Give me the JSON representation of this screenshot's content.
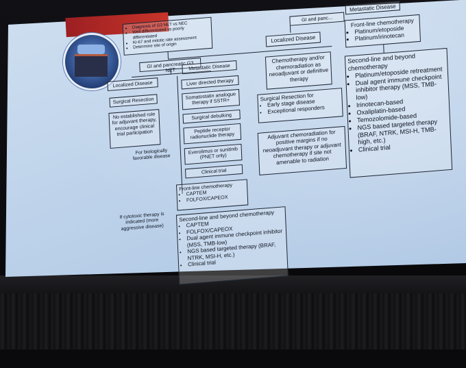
{
  "slide": {
    "header": {
      "bullets": [
        "Diagnosis of G3 NET vs NEC",
        "Well differentiated vs poorly differentiated",
        "Ki-67 and mitotic rate assessment",
        "Determine site of origin"
      ]
    },
    "branch_gi_pancreatic_g3_net": "GI and pancreatic G3 NET",
    "branch_gi_and_panc": "GI and panc...",
    "left": {
      "localized_disease": "Localized Disease",
      "surgical_resection": "Surgical Resection",
      "no_adjuvant": "No established role for adjuvant therapy, encourage clinical trial participation",
      "metastatic_disease": "Metastatic Disease",
      "liver_directed": "Liver directed therapy",
      "somatostatin": "Somatostatin analogue therapy if SSTR+",
      "surgical_debulking": "Surgical debulking",
      "prrt": "Peptide receptor radionuclide therapy",
      "everolimus": "Everolimus or sunitinib (PNET only)",
      "clinical_trial": "Clinical trial",
      "favorable_label": "For biologically favorable disease",
      "cytotoxic_label": "If cytotoxic therapy is indicated (more aggressive disease)",
      "front_line": {
        "title": "Front-line chemotherapy",
        "items": [
          "CAPTEM",
          "FOLFOX/CAPEOX"
        ]
      },
      "second_line": {
        "title": "Second-line and beyond chemotherapy",
        "items": [
          "CAPTEM",
          "FOLFOX/CAPEOX",
          "Dual agent immune checkpoint inhibitor (MSS, TMB-low)",
          "NGS based targeted therapy (BRAF, NTRK, MSI-H, etc.)",
          "Clinical trial"
        ]
      }
    },
    "middle": {
      "localized_disease": "Localized Disease",
      "chemoradiation": "Chemotherapy and/or chemoradiation as neoadjuvant or definitive therapy",
      "surgical_resection": {
        "title": "Surgical Resection for",
        "items": [
          "Early stage disease",
          "Exceptional responders"
        ]
      },
      "adjuvant": "Adjuvant chemoradiation for positive margins if no neoadjuvant therapy or adjuvant chemotherapy if site not amenable to radiation"
    },
    "right": {
      "metastatic_disease": "Metastatic Disease",
      "front_line": {
        "title": "Front-line chemotherapy",
        "items": [
          "Platinum/etoposide",
          "Platinum/irinotecan"
        ]
      },
      "second_line": {
        "title": "Second-line and beyond chemotherapy",
        "items": [
          "Platinum/etoposide retreatment",
          "Dual agent immune checkpoint inhibitor therapy (MSS, TMB-low)",
          "Irinotecan-based",
          "Oxaliplatin-based",
          "Temozolomide-based",
          "NGS based targeted therapy (BRAF, NTRK, MSI-H, TMB-high, etc.)",
          "Clinical trial"
        ]
      }
    }
  }
}
